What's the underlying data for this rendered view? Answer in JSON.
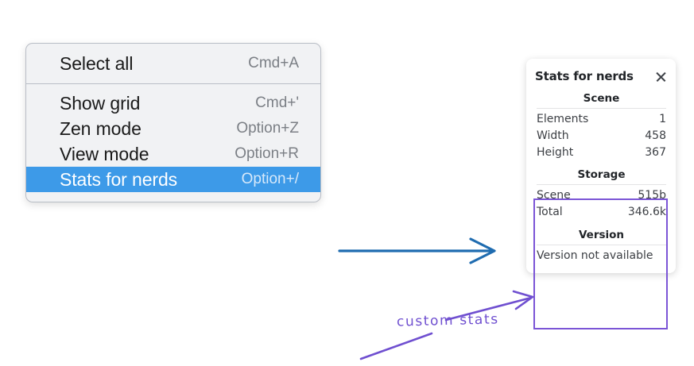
{
  "menu": {
    "groups": [
      {
        "items": [
          {
            "label": "Select all",
            "shortcut": "Cmd+A",
            "selected": false
          }
        ]
      },
      {
        "items": [
          {
            "label": "Show grid",
            "shortcut": "Cmd+'",
            "selected": false
          },
          {
            "label": "Zen mode",
            "shortcut": "Option+Z",
            "selected": false
          },
          {
            "label": "View mode",
            "shortcut": "Option+R",
            "selected": false
          },
          {
            "label": "Stats for nerds",
            "shortcut": "Option+/",
            "selected": true
          }
        ]
      }
    ],
    "highlight_color": "#3d9ae8"
  },
  "stats_panel": {
    "title": "Stats for nerds",
    "close_icon": "close-icon",
    "sections": [
      {
        "heading": "Scene",
        "rows": [
          {
            "label": "Elements",
            "value": "1"
          },
          {
            "label": "Width",
            "value": "458"
          },
          {
            "label": "Height",
            "value": "367"
          }
        ]
      },
      {
        "heading": "Storage",
        "rows": [
          {
            "label": "Scene",
            "value": "515b"
          },
          {
            "label": "Total",
            "value": "346.6k"
          }
        ]
      },
      {
        "heading": "Version",
        "text": "Version not available"
      }
    ]
  },
  "annotations": {
    "custom_stats_label": "custom stats",
    "purple_color": "#7b55d6",
    "blue_arrow_color": "#1f6cb0"
  }
}
